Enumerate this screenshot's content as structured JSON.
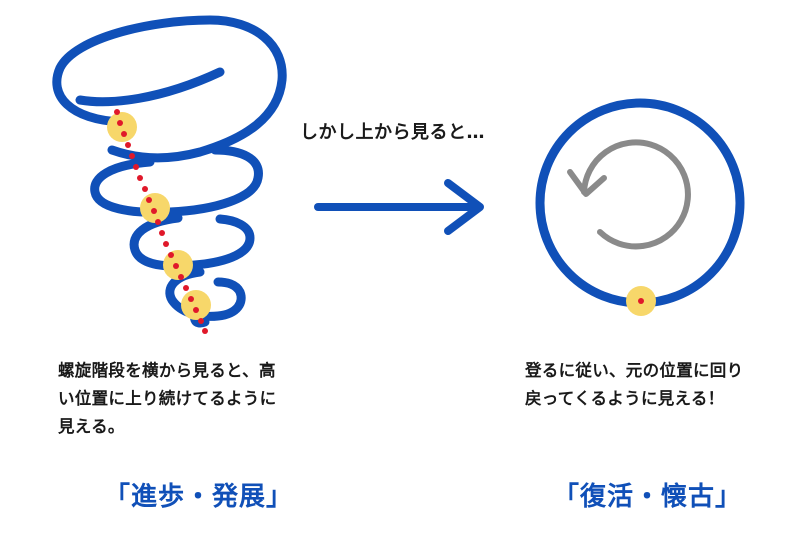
{
  "top_caption": "しかし上から見ると…",
  "left_description": {
    "lines": [
      "螺旋階段を横から見ると、高",
      "い位置に上り続けてるように",
      "見える。"
    ]
  },
  "right_description": {
    "lines": [
      "登るに従い、元の位置に回り",
      "戻ってくるように見える！"
    ]
  },
  "left_label": "「進歩・発展」",
  "right_label": "「復活・懐古」",
  "colors": {
    "spiral_blue": "#1050b8",
    "dot_yellow": "#f7d76a",
    "dot_red": "#e0182a",
    "arrow_gray": "#8a8a8a",
    "label_blue": "#1050b8"
  },
  "icons": [
    "spiral-staircase-side-view",
    "right-arrow-icon",
    "circle-top-view",
    "counterclockwise-arrow-icon"
  ]
}
